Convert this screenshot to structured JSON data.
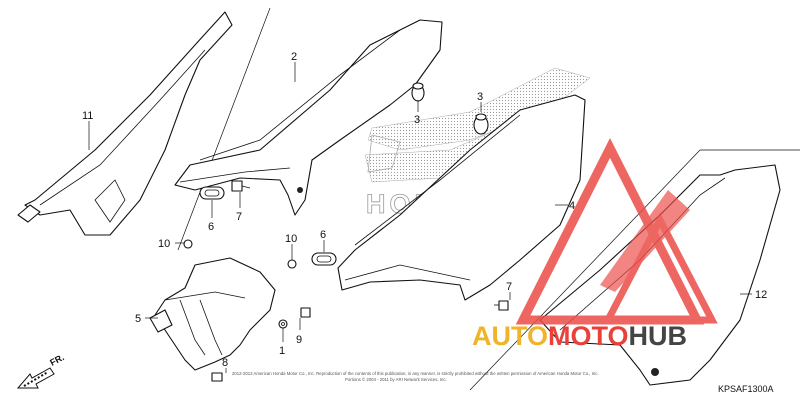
{
  "diagram": {
    "part_labels": [
      "11",
      "2",
      "3",
      "3",
      "4",
      "6",
      "7",
      "10",
      "10",
      "6",
      "5",
      "9",
      "1",
      "8",
      "7",
      "12"
    ],
    "diagram_code": "KPSAF1300A",
    "front_label": "FR.",
    "honda_logo_text": "HONDA",
    "copyright_lines": [
      "2012-2013 American Honda Motor Co., Inc. Reproduction of the contents of this publication, in any manner, is strictly prohibited without the written permission of American Honda Motor Co., Inc.",
      "Portions © 2004 - 2011 by ARI Network Services, Inc."
    ]
  },
  "watermark": {
    "text_auto": "AUTO",
    "text_moto": "MOTO",
    "text_hub": "HUB",
    "colors": {
      "auto": "#f0b429",
      "moto": "#e8413c",
      "hub": "#444444",
      "triangle": "#ec4c47"
    }
  }
}
